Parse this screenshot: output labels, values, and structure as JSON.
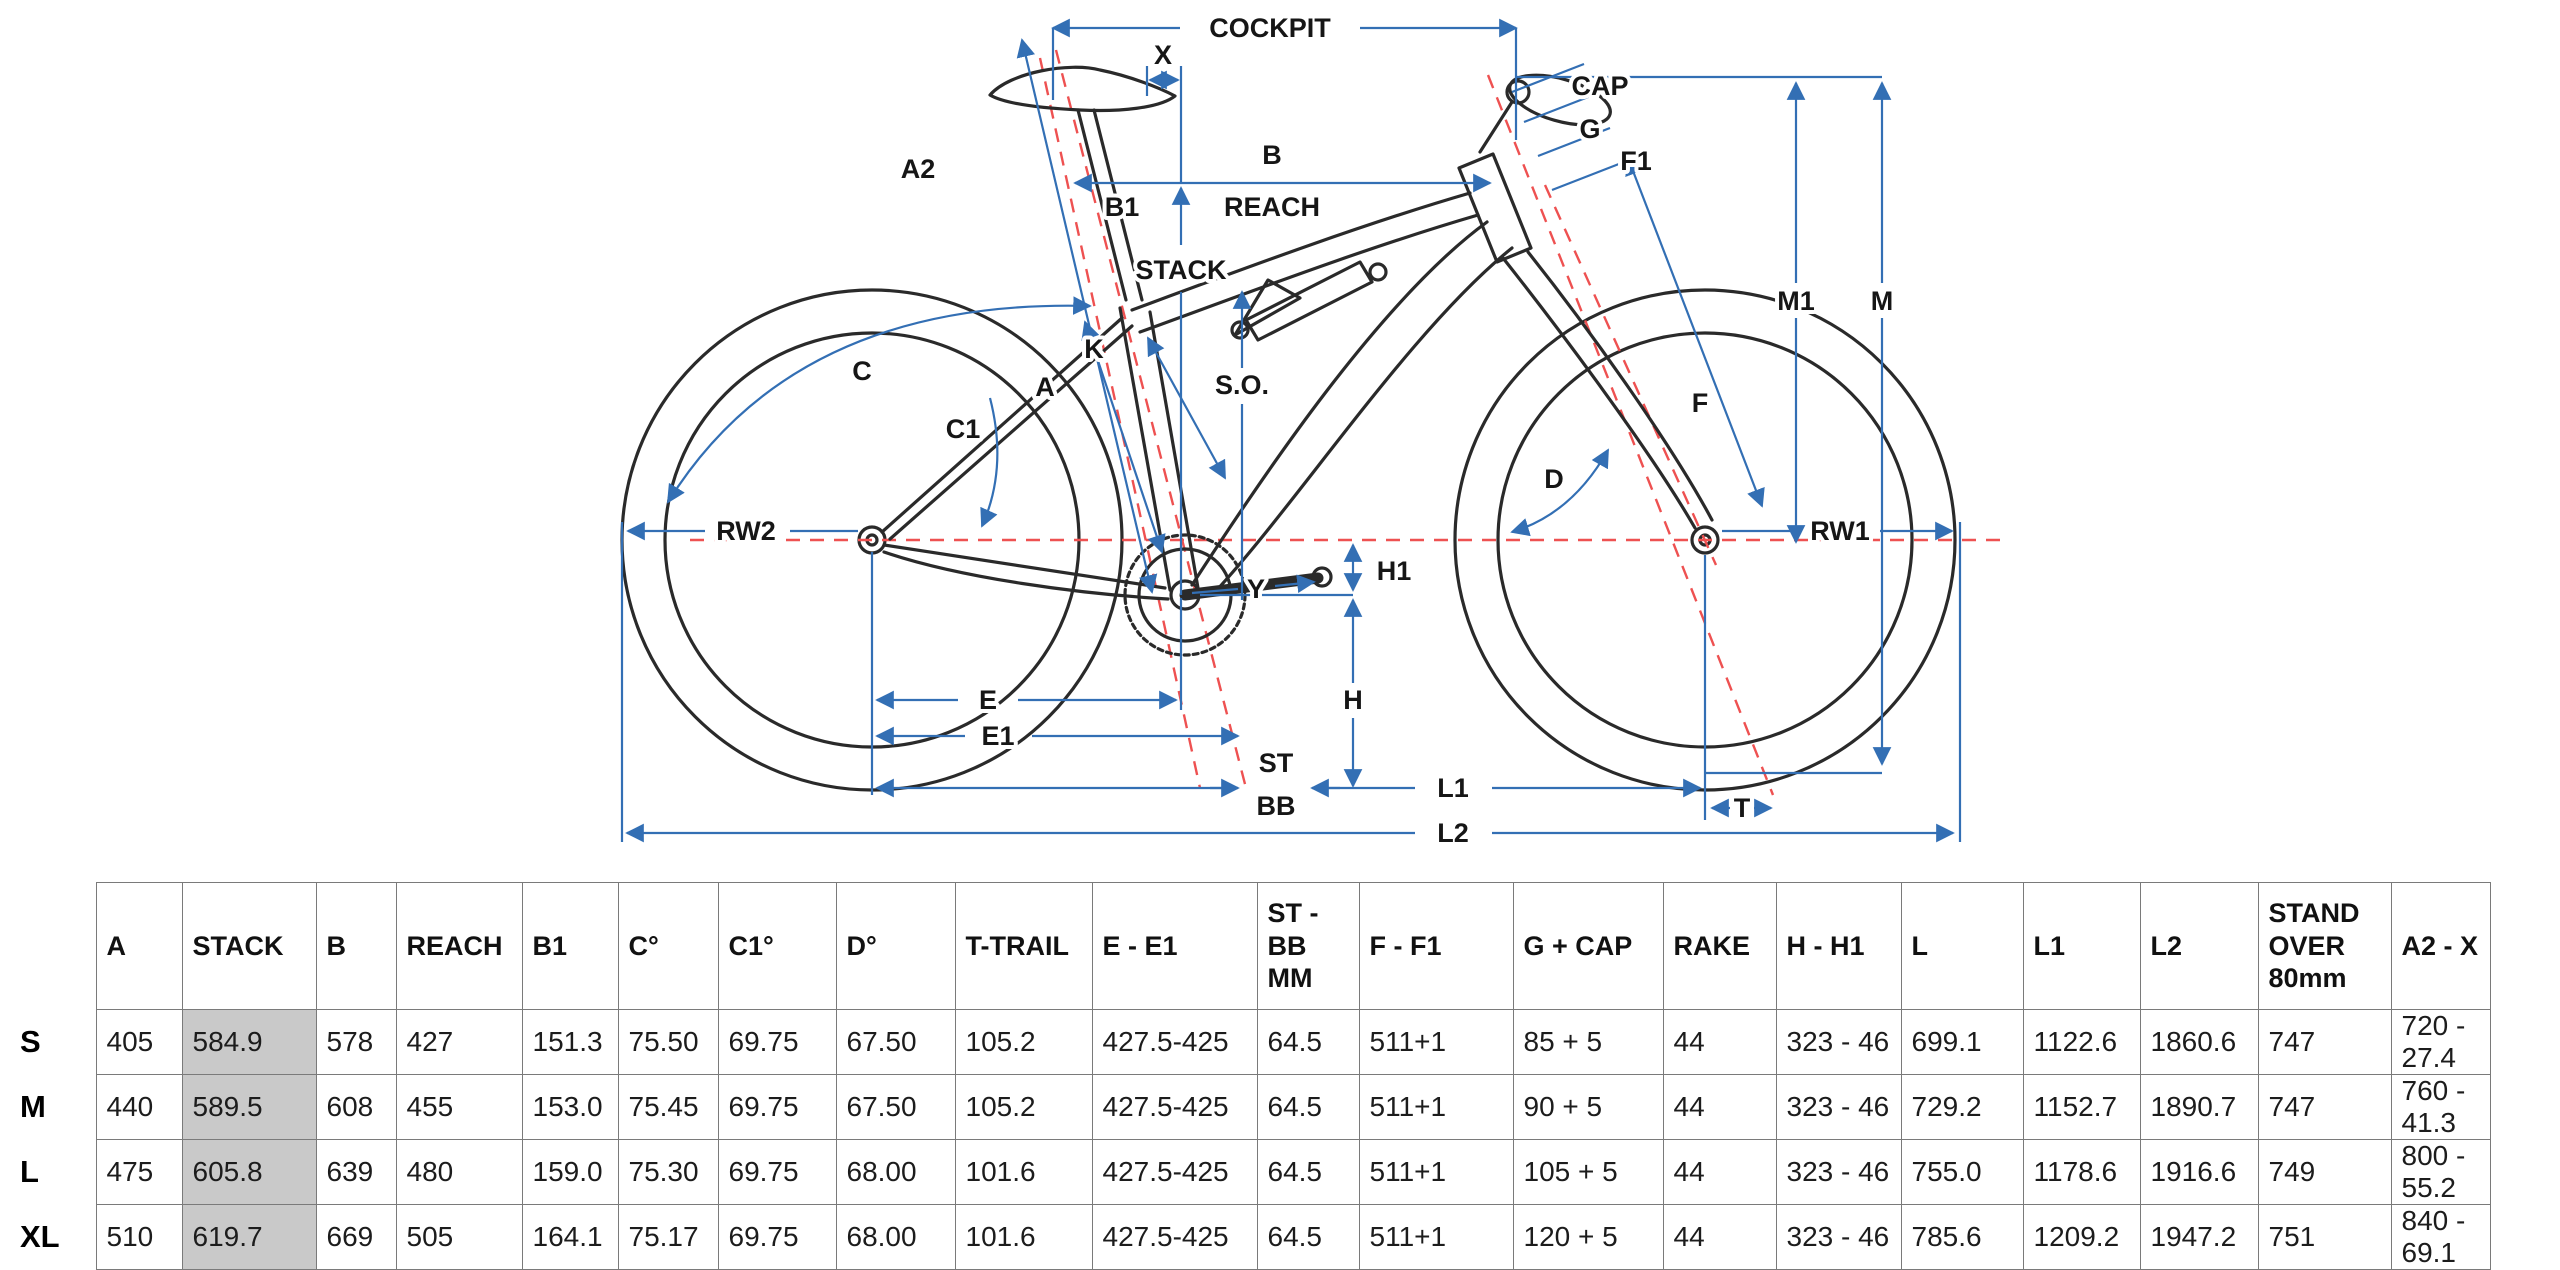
{
  "diagram": {
    "labels": {
      "cockpit": "COCKPIT",
      "x": "X",
      "cap": "CAP",
      "g": "G",
      "f1": "F1",
      "b": "B",
      "reach": "REACH",
      "b1": "B1",
      "stack": "STACK",
      "a2": "A2",
      "m1": "M1",
      "m": "M",
      "c": "C",
      "k": "K",
      "a": "A",
      "c1": "C1",
      "so": "S.O.",
      "d": "D",
      "rw2": "RW2",
      "rw1": "RW1",
      "h1": "H1",
      "y": "Y",
      "e": "E",
      "e1": "E1",
      "h": "H",
      "f": "F",
      "st": "ST",
      "bb": "BB",
      "l1": "L1",
      "t": "T",
      "l2": "L2"
    },
    "colors": {
      "dimension_blue": "#336fb4",
      "axis_red": "#ee5151",
      "outline_black": "#2a2a2a",
      "highlight_gray": "#c9c9c9"
    }
  },
  "table": {
    "columns": [
      "A",
      "STACK",
      "B",
      "REACH",
      "B1",
      "C°",
      "C1°",
      "D°",
      "T-TRAIL",
      "E - E1",
      "ST - BB\nMM",
      "F - F1",
      "G + CAP",
      "RAKE",
      "H - H1",
      "L",
      "L1",
      "L2",
      "STAND\nOVER\n80mm",
      "A2 - X"
    ],
    "highlighted_column": "STACK",
    "rows": [
      {
        "size": "S",
        "values": [
          "405",
          "584.9",
          "578",
          "427",
          "151.3",
          "75.50",
          "69.75",
          "67.50",
          "105.2",
          "427.5-425",
          "64.5",
          "511+1",
          "85 + 5",
          "44",
          "323 - 46",
          "699.1",
          "1122.6",
          "1860.6",
          "747",
          "720 - 27.4"
        ]
      },
      {
        "size": "M",
        "values": [
          "440",
          "589.5",
          "608",
          "455",
          "153.0",
          "75.45",
          "69.75",
          "67.50",
          "105.2",
          "427.5-425",
          "64.5",
          "511+1",
          "90 + 5",
          "44",
          "323 - 46",
          "729.2",
          "1152.7",
          "1890.7",
          "747",
          "760 - 41.3"
        ]
      },
      {
        "size": "L",
        "values": [
          "475",
          "605.8",
          "639",
          "480",
          "159.0",
          "75.30",
          "69.75",
          "68.00",
          "101.6",
          "427.5-425",
          "64.5",
          "511+1",
          "105 + 5",
          "44",
          "323 - 46",
          "755.0",
          "1178.6",
          "1916.6",
          "749",
          "800 - 55.2"
        ]
      },
      {
        "size": "XL",
        "values": [
          "510",
          "619.7",
          "669",
          "505",
          "164.1",
          "75.17",
          "69.75",
          "68.00",
          "101.6",
          "427.5-425",
          "64.5",
          "511+1",
          "120 + 5",
          "44",
          "323 - 46",
          "785.6",
          "1209.2",
          "1947.2",
          "751",
          "840 - 69.1"
        ]
      }
    ]
  }
}
